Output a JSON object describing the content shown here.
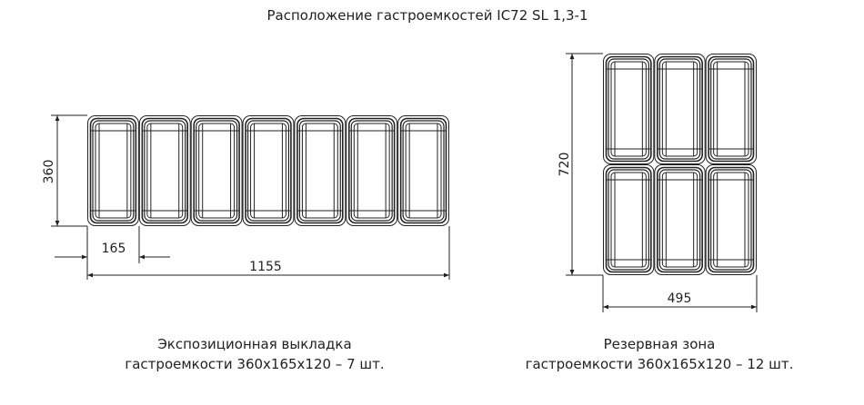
{
  "title": "Расположение гастроемкостей IC72 SL 1,3-1",
  "left_layout": {
    "columns": 7,
    "rows": 1,
    "dim_height": "360",
    "dim_pan_width": "165",
    "dim_total_width": "1155",
    "caption_line1": "Экспозиционная выкладка",
    "caption_line2": "гастроемкости 360x165x120 – 7 шт."
  },
  "right_layout": {
    "columns": 3,
    "rows": 2,
    "dim_height": "720",
    "dim_width": "495",
    "caption_line1": "Резервная зона",
    "caption_line2": "гастроемкости 360x165x120 – 12 шт."
  }
}
